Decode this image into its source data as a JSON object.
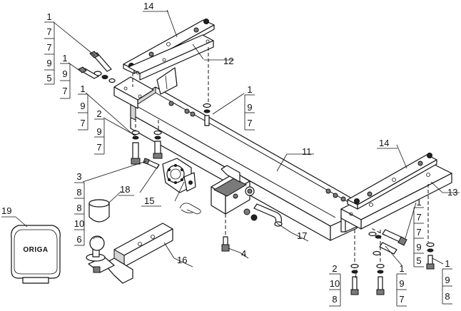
{
  "callouts": {
    "c1": [
      "1",
      "7",
      "7",
      "9",
      "5"
    ],
    "c2": [
      "1",
      "9",
      "7"
    ],
    "c3": [
      "1",
      "9",
      "7"
    ],
    "c4": [
      "2",
      "9",
      "7"
    ],
    "c5": [
      "3",
      "8",
      "8",
      "10",
      "6"
    ],
    "c6": [
      "1",
      "9",
      "7"
    ],
    "c7": [
      "1",
      "7",
      "7",
      "9",
      "5"
    ],
    "c8": [
      "1",
      "9",
      "8"
    ],
    "c9": [
      "2",
      "10",
      "8"
    ],
    "c10": [
      "1",
      "9",
      "7"
    ]
  },
  "labels": {
    "p4": "4",
    "p11": "11",
    "p12": "12",
    "p13": "13",
    "p14a": "14",
    "p14b": "14",
    "p15": "15",
    "p16": "16",
    "p17": "17",
    "p18": "18",
    "p19": "19"
  },
  "brand": "ORIGA"
}
